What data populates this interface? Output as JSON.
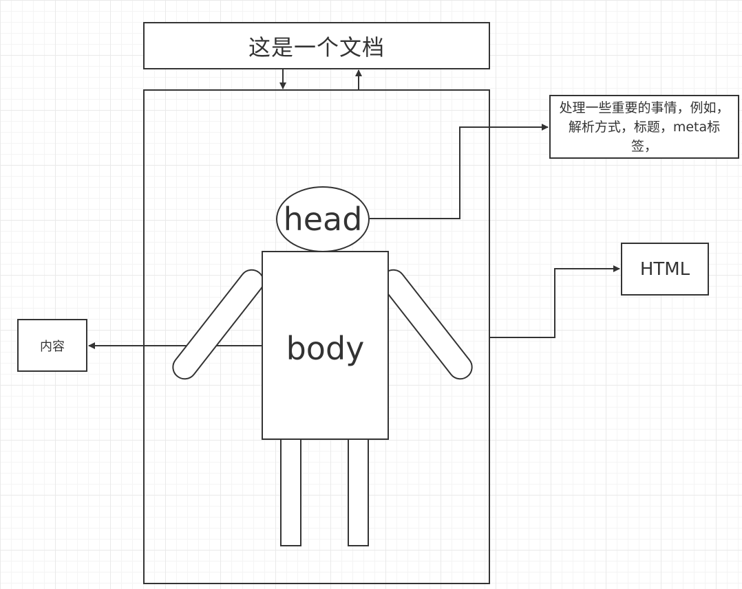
{
  "diagram": {
    "title": "这是一个文档",
    "head_label": "head",
    "body_label": "body",
    "head_note": "处理一些重要的事情，例如，解析方式，标题，meta标签，",
    "html_label": "HTML",
    "content_label": "内容"
  },
  "colors": {
    "stroke": "#333333",
    "grid": "#e9e9e9",
    "background": "#ffffff"
  }
}
